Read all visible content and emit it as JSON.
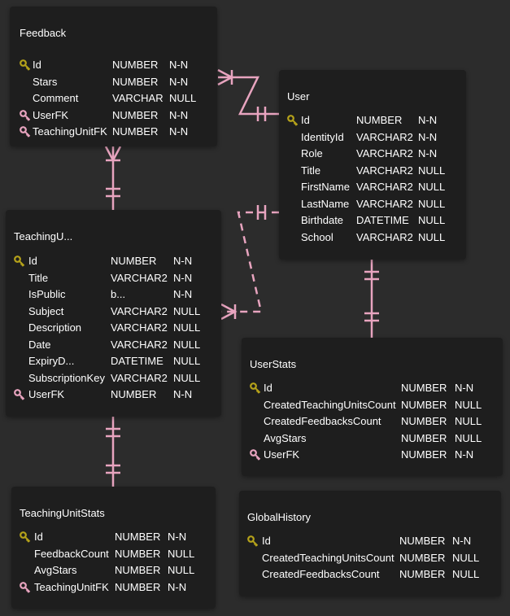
{
  "colors": {
    "background": "#2c2c2c",
    "entity_bg": "#1e1e1e",
    "connector": "#e8a4bf",
    "primary_key": "#b5a21a",
    "foreign_key": "#e8a4bf"
  },
  "entities": [
    {
      "name": "Feedback",
      "fields": [
        {
          "key": "pk",
          "name": "Id",
          "type": "NUMBER",
          "null": "N-N"
        },
        {
          "key": "",
          "name": "Stars",
          "type": "NUMBER",
          "null": "N-N"
        },
        {
          "key": "",
          "name": "Comment",
          "type": "VARCHAR",
          "null": "NULL"
        },
        {
          "key": "fk",
          "name": "UserFK",
          "type": "NUMBER",
          "null": "N-N"
        },
        {
          "key": "fk",
          "name": "TeachingUnitFK",
          "type": "NUMBER",
          "null": "N-N"
        }
      ]
    },
    {
      "name": "User",
      "fields": [
        {
          "key": "pk",
          "name": "Id",
          "type": "NUMBER",
          "null": "N-N"
        },
        {
          "key": "",
          "name": "IdentityId",
          "type": "VARCHAR2",
          "null": "N-N"
        },
        {
          "key": "",
          "name": "Role",
          "type": "VARCHAR2",
          "null": "N-N"
        },
        {
          "key": "",
          "name": "Title",
          "type": "VARCHAR2",
          "null": "NULL"
        },
        {
          "key": "",
          "name": "FirstName",
          "type": "VARCHAR2",
          "null": "NULL"
        },
        {
          "key": "",
          "name": "LastName",
          "type": "VARCHAR2",
          "null": "NULL"
        },
        {
          "key": "",
          "name": "Birthdate",
          "type": "DATETIME",
          "null": "NULL"
        },
        {
          "key": "",
          "name": "School",
          "type": "VARCHAR2",
          "null": "NULL"
        }
      ]
    },
    {
      "name": "TeachingU...",
      "fields": [
        {
          "key": "pk",
          "name": "Id",
          "type": "NUMBER",
          "null": "N-N"
        },
        {
          "key": "",
          "name": "Title",
          "type": "VARCHAR2",
          "null": "N-N"
        },
        {
          "key": "",
          "name": "IsPublic",
          "type": "b...",
          "null": "N-N"
        },
        {
          "key": "",
          "name": "Subject",
          "type": "VARCHAR2",
          "null": "NULL"
        },
        {
          "key": "",
          "name": "Description",
          "type": "VARCHAR2",
          "null": "NULL"
        },
        {
          "key": "",
          "name": "Date",
          "type": "VARCHAR2",
          "null": "NULL"
        },
        {
          "key": "",
          "name": "ExpiryD...",
          "type": "DATETIME",
          "null": "NULL"
        },
        {
          "key": "",
          "name": "SubscriptionKey",
          "type": "VARCHAR2",
          "null": "NULL"
        },
        {
          "key": "fk",
          "name": "UserFK",
          "type": "NUMBER",
          "null": "N-N"
        }
      ]
    },
    {
      "name": "UserStats",
      "fields": [
        {
          "key": "pk",
          "name": "Id",
          "type": "NUMBER",
          "null": "N-N"
        },
        {
          "key": "",
          "name": "CreatedTeachingUnitsCount",
          "type": "NUMBER",
          "null": "NULL"
        },
        {
          "key": "",
          "name": "CreatedFeedbacksCount",
          "type": "NUMBER",
          "null": "NULL"
        },
        {
          "key": "",
          "name": "AvgStars",
          "type": "NUMBER",
          "null": "NULL"
        },
        {
          "key": "fk",
          "name": "UserFK",
          "type": "NUMBER",
          "null": "N-N"
        }
      ]
    },
    {
      "name": "TeachingUnitStats",
      "fields": [
        {
          "key": "pk",
          "name": "Id",
          "type": "NUMBER",
          "null": "N-N"
        },
        {
          "key": "",
          "name": "FeedbackCount",
          "type": "NUMBER",
          "null": "NULL"
        },
        {
          "key": "",
          "name": "AvgStars",
          "type": "NUMBER",
          "null": "NULL"
        },
        {
          "key": "fk",
          "name": "TeachingUnitFK",
          "type": "NUMBER",
          "null": "N-N"
        }
      ]
    },
    {
      "name": "GlobalHistory",
      "fields": [
        {
          "key": "pk",
          "name": "Id",
          "type": "NUMBER",
          "null": "N-N"
        },
        {
          "key": "",
          "name": "CreatedTeachingUnitsCount",
          "type": "NUMBER",
          "null": "NULL"
        },
        {
          "key": "",
          "name": "CreatedFeedbacksCount",
          "type": "NUMBER",
          "null": "NULL"
        }
      ]
    }
  ]
}
